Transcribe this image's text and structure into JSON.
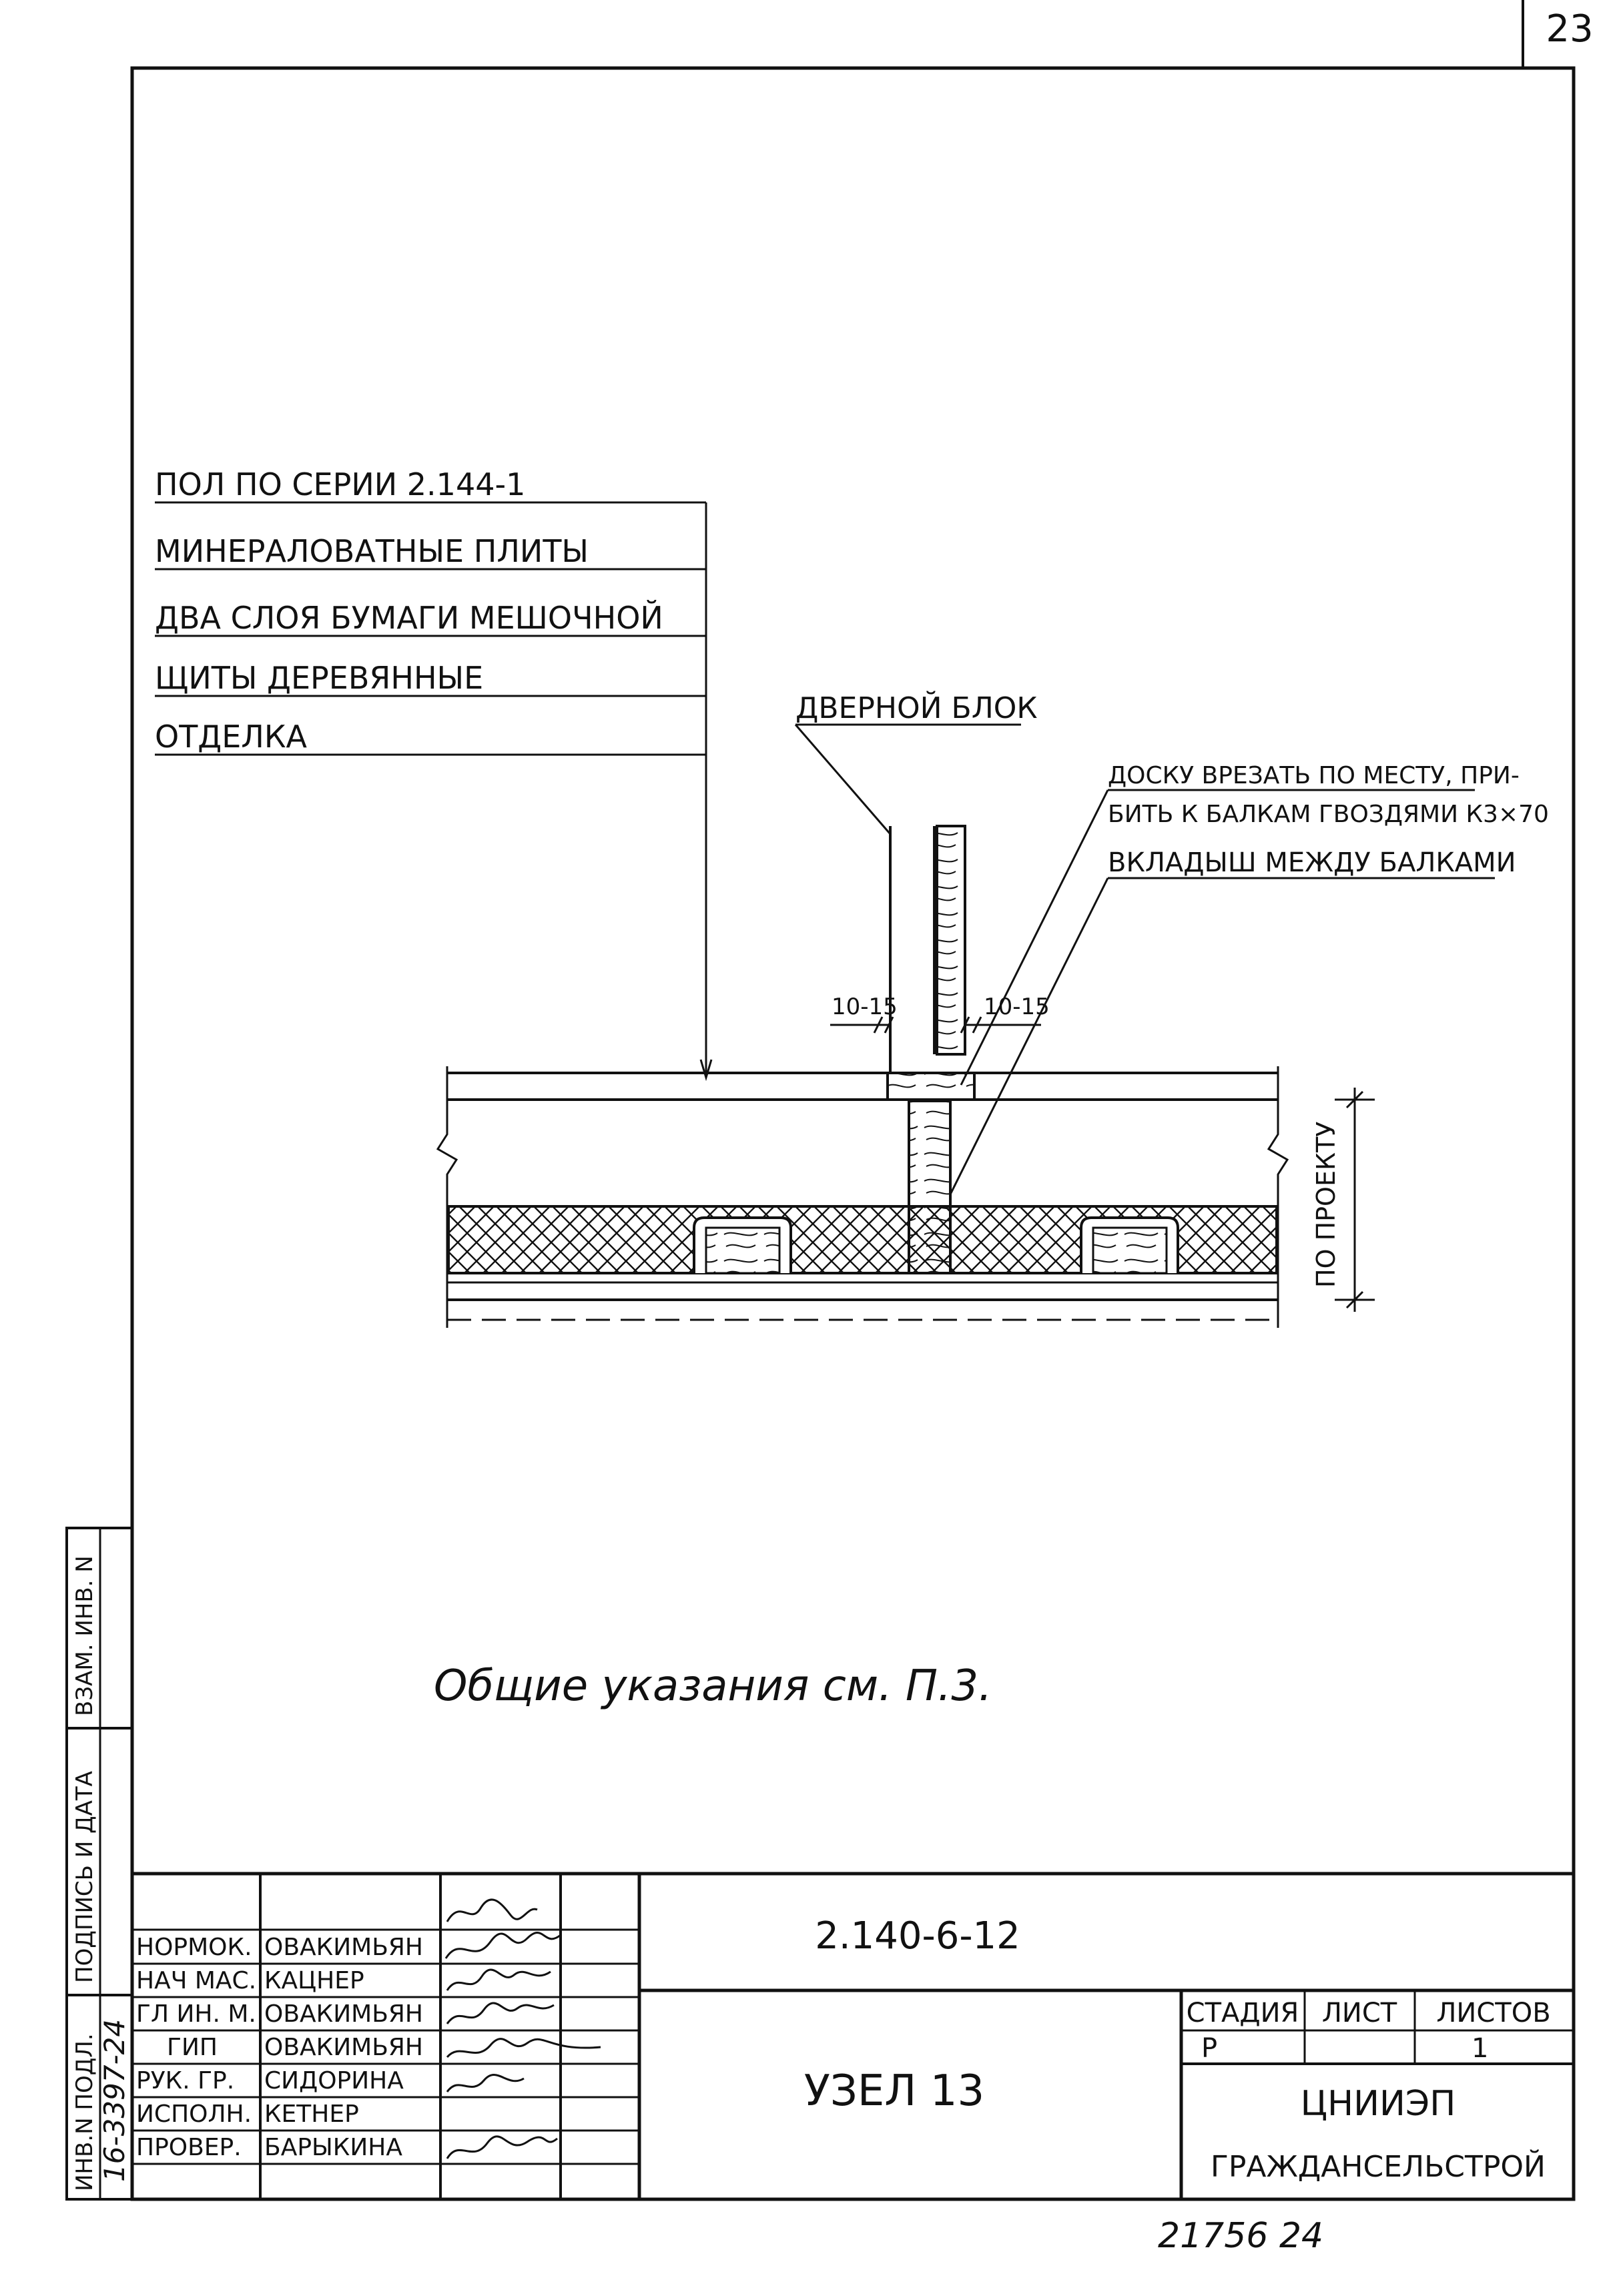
{
  "sheet_corner_number": "23",
  "layer_labels": [
    "ПОЛ ПО СЕРИИ  2.144-1",
    "МИНЕРАЛОВАТНЫЕ  ПЛИТЫ",
    "ДВА  СЛОЯ  БУМАГИ  МЕШОЧНОЙ",
    "ЩИТЫ  ДЕРЕВЯННЫЕ",
    "ОТДЕЛКА"
  ],
  "callouts": {
    "door_block": "ДВЕРНОЙ  БЛОК",
    "board_line1": "ДОСКУ ВРЕЗАТЬ ПО МЕСТУ, ПРИ-",
    "board_line2": "БИТЬ К БАЛКАМ ГВОЗДЯМИ К3×70",
    "insert": "ВКЛАДЫШ  МЕЖДУ  БАЛКАМИ",
    "dim_left": "10-15",
    "dim_right": "10-15",
    "by_project": "ПО ПРОЕКТУ"
  },
  "general_note": "Общие   указания    см.  П.3.",
  "side_stamp": {
    "inv_exchange": "ВЗАМ. ИНВ. N",
    "sign_date": "ПОДПИСЬ И ДАТА",
    "inv_original": "ИНВ.N ПОДЛ.",
    "inv_number": "16-3397-24"
  },
  "title_block": {
    "signers": [
      {
        "role": "НОРМОК.",
        "name": "ОВАКИМЬЯН"
      },
      {
        "role": "НАЧ МАС.",
        "name": "КАЦНЕР"
      },
      {
        "role": "ГЛ ИН. М.",
        "name": "ОВАКИМЬЯН"
      },
      {
        "role": "ГИП",
        "name": "ОВАКИМЬЯН"
      },
      {
        "role": "РУК. ГР.",
        "name": "СИДОРИНА"
      },
      {
        "role": "ИСПОЛН.",
        "name": "КЕТНЕР"
      },
      {
        "role": "ПРОВЕР.",
        "name": "БАРЫКИНА"
      }
    ],
    "document_code": "2.140-6-12",
    "drawing_title": "УЗЕЛ 13",
    "stage_header": "СТАДИЯ",
    "sheet_header": "ЛИСТ",
    "sheets_header": "ЛИСТОВ",
    "stage_value": "Р",
    "sheet_value": "",
    "sheets_value": "1",
    "organization_line1": "ЦНИИЭП",
    "organization_line2": "ГРАЖДАНСЕЛЬСТРОЙ"
  },
  "footer_number": "21756   24"
}
